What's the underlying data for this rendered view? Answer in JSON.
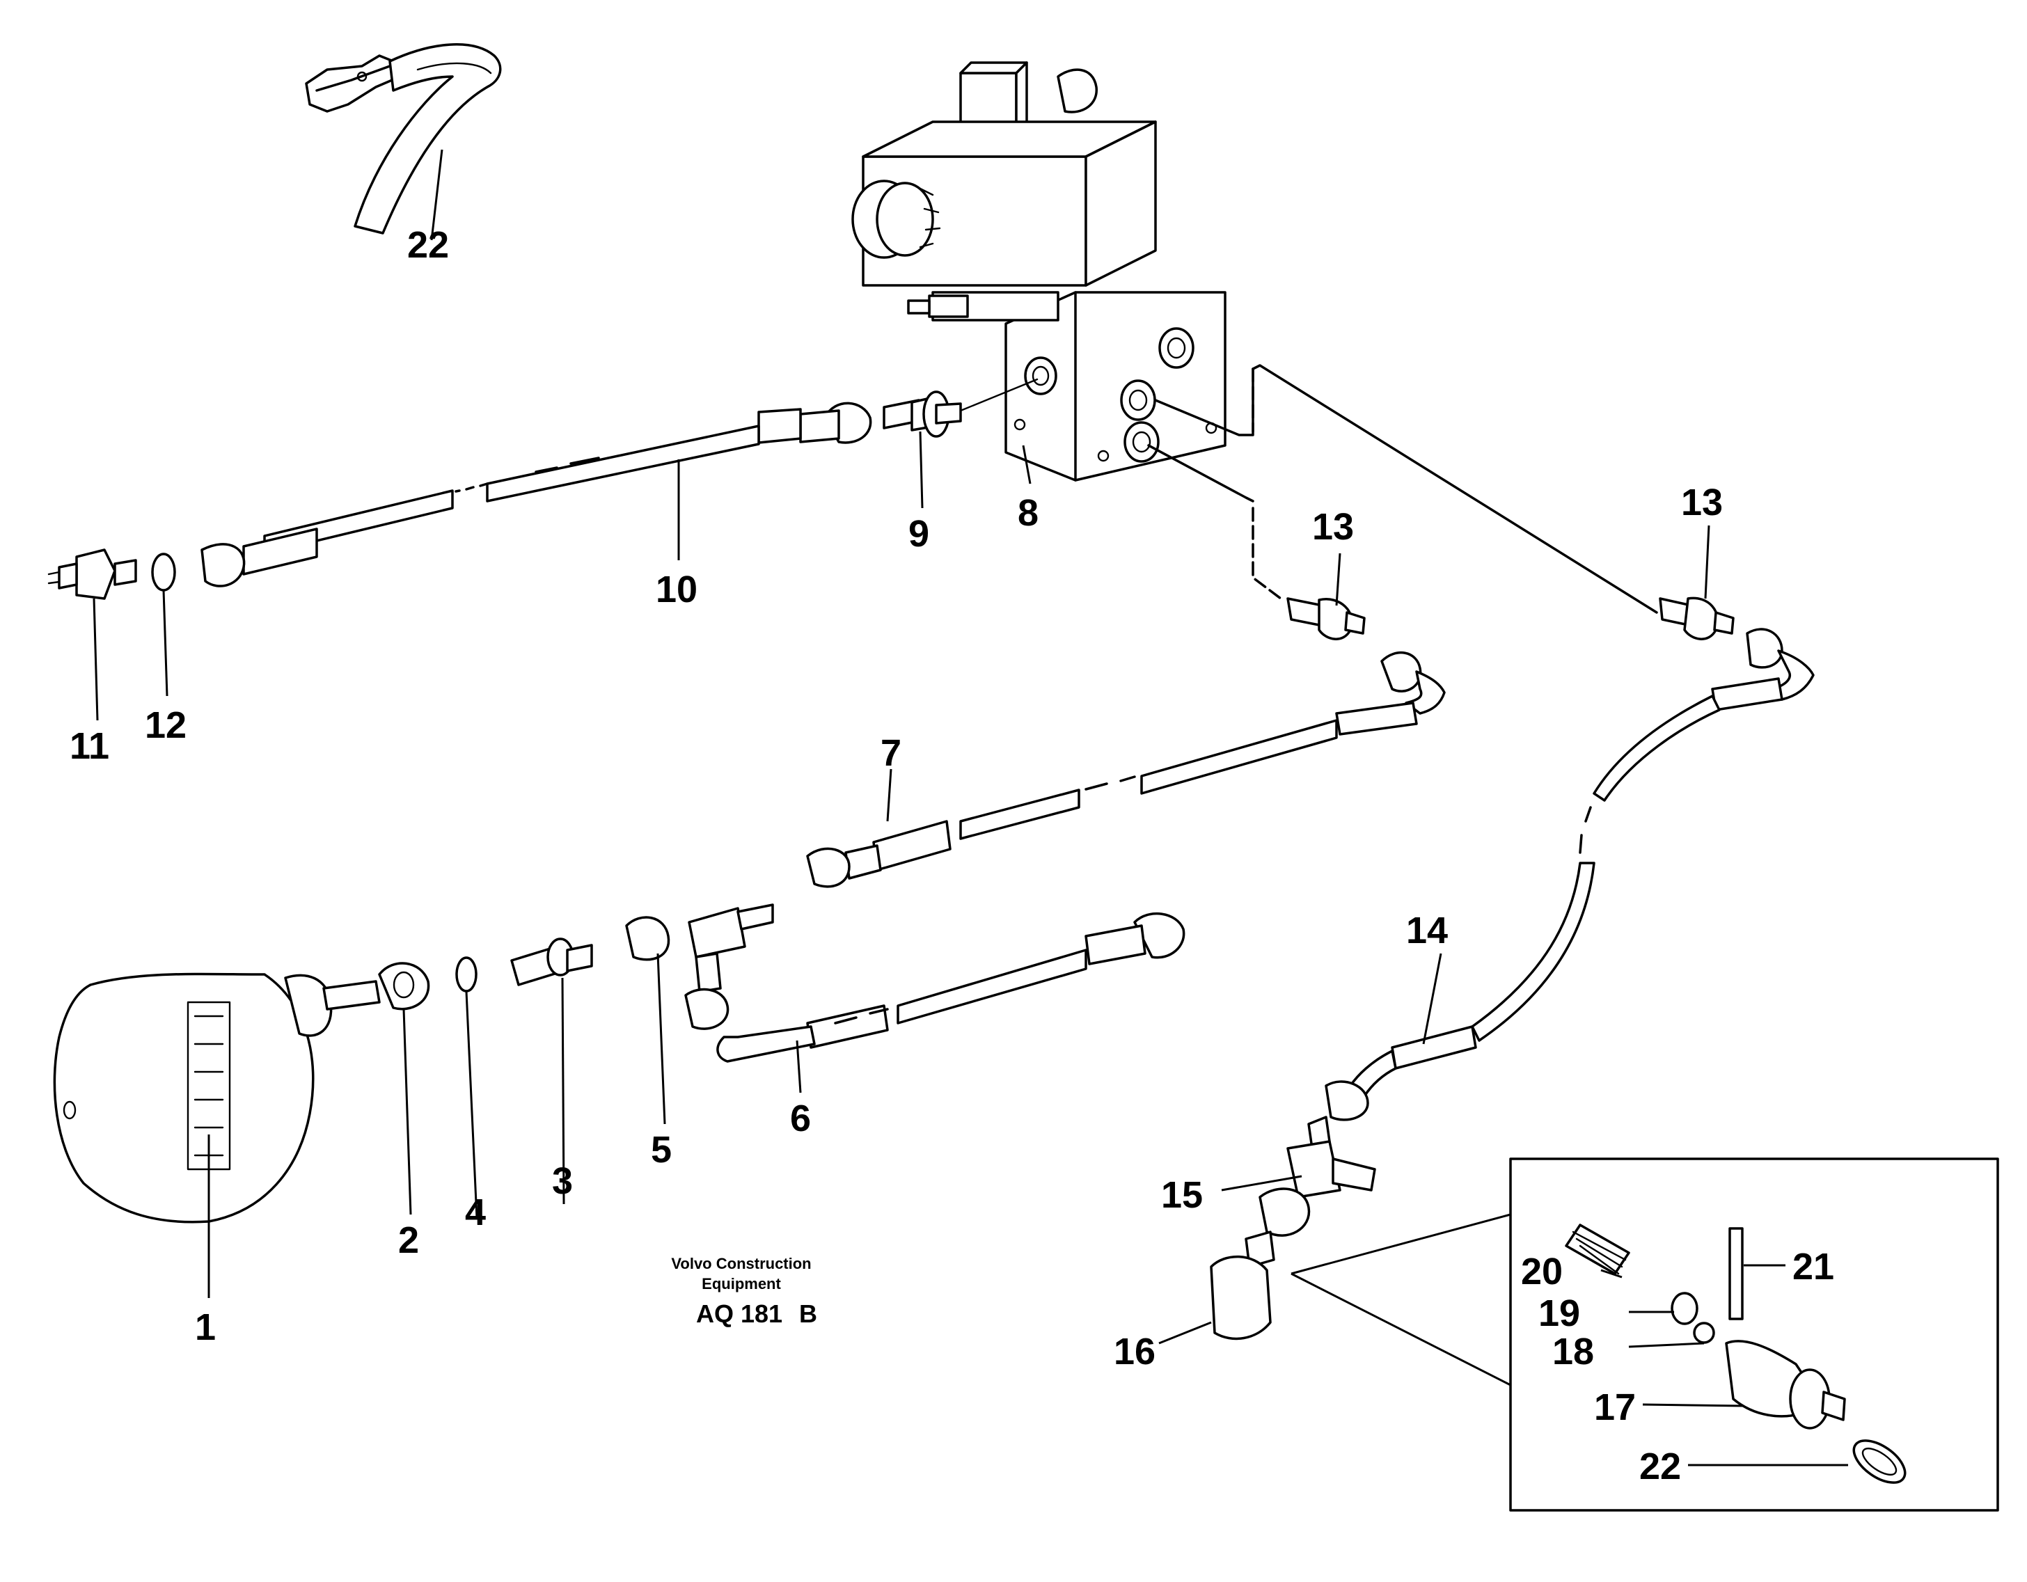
{
  "callouts": {
    "c1": "1",
    "c2": "2",
    "c3": "3",
    "c4": "4",
    "c5": "5",
    "c6": "6",
    "c7": "7",
    "c8": "8",
    "c9": "9",
    "c10": "10",
    "c11": "11",
    "c12": "12",
    "c13a": "13",
    "c13b": "13",
    "c14": "14",
    "c15": "15",
    "c16": "16",
    "c17": "17",
    "c18": "18",
    "c19": "19",
    "c20": "20",
    "c21": "21",
    "c22a": "22",
    "c22b": "22"
  },
  "caption": {
    "line1": "Volvo Construction",
    "line2": "Equipment",
    "doc_code": "AQ 181",
    "doc_rev": "B"
  }
}
